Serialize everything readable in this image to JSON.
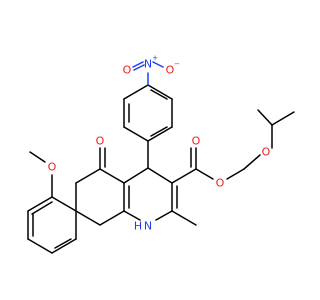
{
  "colors": {
    "bond": "#000000",
    "oxygen": "#e8201e",
    "nitrogen": "#1f3df0",
    "background": "#ffffff"
  },
  "atoms": {
    "nitro_n": "N",
    "nitro_plus": "+",
    "nitro_o_left": "O",
    "nitro_o_right": "O",
    "nitro_minus": "−",
    "ketone_o": "O",
    "ester_carbonyl_o": "O",
    "ester_o": "O",
    "ether_o": "O",
    "methoxy_o": "O",
    "amine_n": "N",
    "amine_h": "H"
  }
}
